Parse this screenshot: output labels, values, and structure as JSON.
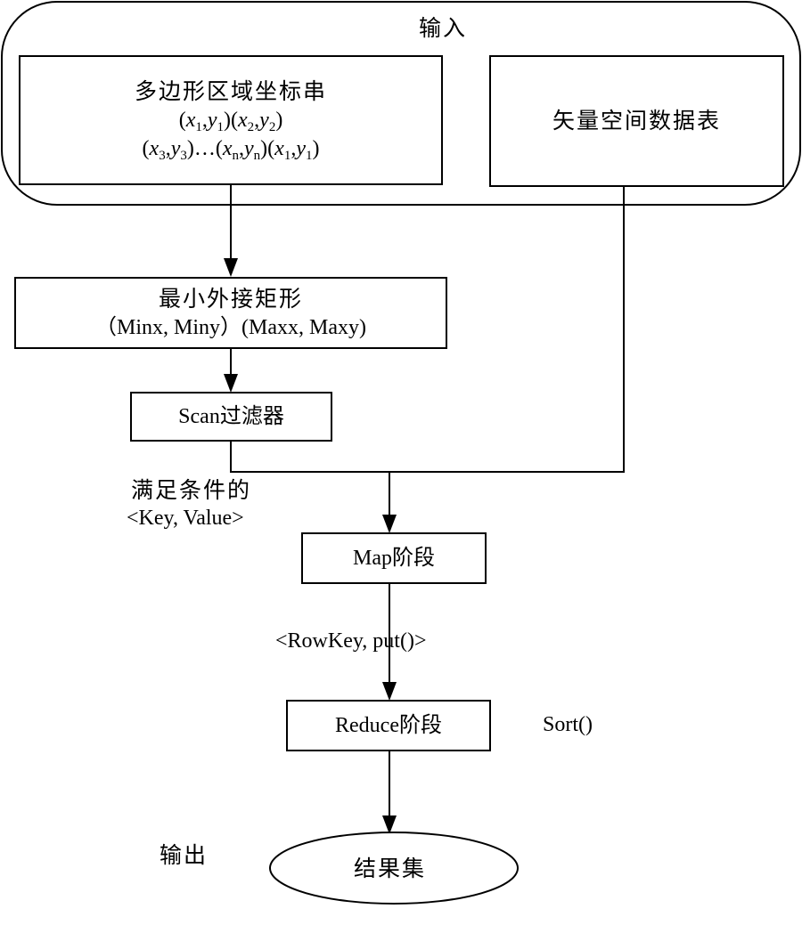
{
  "input_group": {
    "label": "输入"
  },
  "polygon_box": {
    "title": "多边形区域坐标串",
    "line1": [
      {
        "v": "x",
        "s": "1"
      },
      {
        "v": "y",
        "s": "1"
      },
      {
        "v": "x",
        "s": "2"
      },
      {
        "v": "y",
        "s": "2"
      }
    ],
    "line2": [
      {
        "v": "x",
        "s": "3"
      },
      {
        "v": "y",
        "s": "3"
      },
      {
        "v": "x",
        "s": "n"
      },
      {
        "v": "y",
        "s": "n"
      },
      {
        "v": "x",
        "s": "1"
      },
      {
        "v": "y",
        "s": "1"
      }
    ]
  },
  "vector_table_box": {
    "label": "矢量空间数据表"
  },
  "mbr_box": {
    "title": "最小外接矩形",
    "subtitle": "（Minx, Miny）(Maxx, Maxy)"
  },
  "scan_box": {
    "label": "Scan过滤器"
  },
  "filter_label": {
    "line1": "满足条件的",
    "line2": "<Key, Value>"
  },
  "map_box": {
    "label": "Map阶段"
  },
  "map_output_label": "<RowKey, put()>",
  "reduce_box": {
    "label": "Reduce阶段"
  },
  "sort_label": "Sort()",
  "output_label": "输出",
  "result_ellipse": {
    "label": "结果集"
  }
}
